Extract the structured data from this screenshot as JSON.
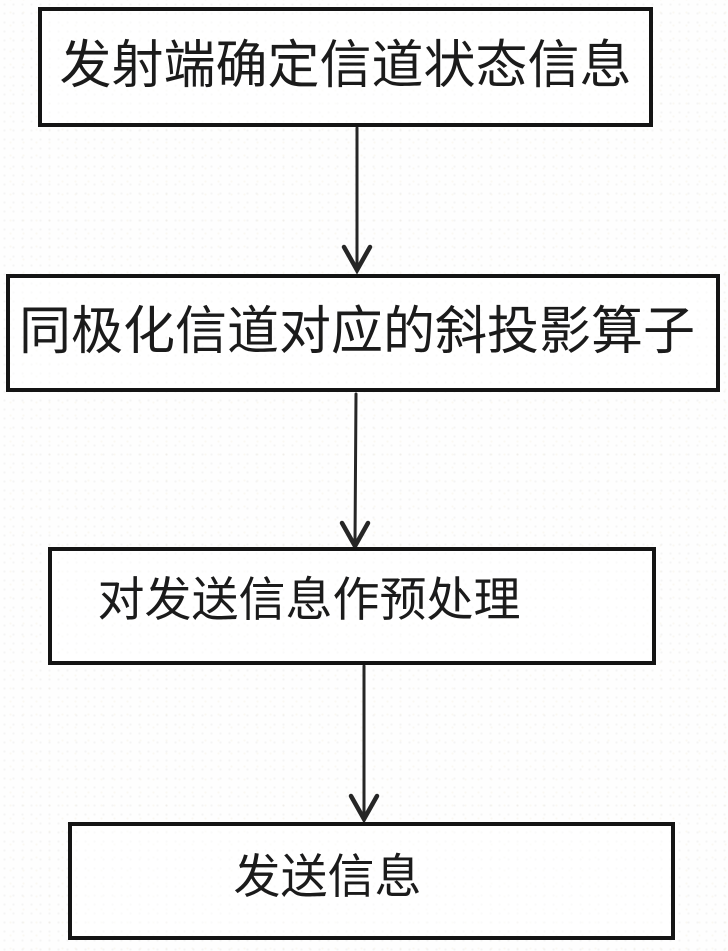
{
  "diagram": {
    "type": "flowchart",
    "direction": "top-down",
    "background_color": "#ffffff",
    "box_border_color": "#141414",
    "text_color": "#1b1b1b",
    "arrow_color": "#262626",
    "nodes": [
      {
        "id": "step-1",
        "label": "发射端确定信道状态信息"
      },
      {
        "id": "step-2",
        "label": "同极化信道对应的斜投影算子"
      },
      {
        "id": "step-3",
        "label": "对发送信息作预处理"
      },
      {
        "id": "step-4",
        "label": "发送信息"
      }
    ],
    "edges": [
      {
        "from": "step-1",
        "to": "step-2"
      },
      {
        "from": "step-2",
        "to": "step-3"
      },
      {
        "from": "step-3",
        "to": "step-4"
      }
    ]
  }
}
